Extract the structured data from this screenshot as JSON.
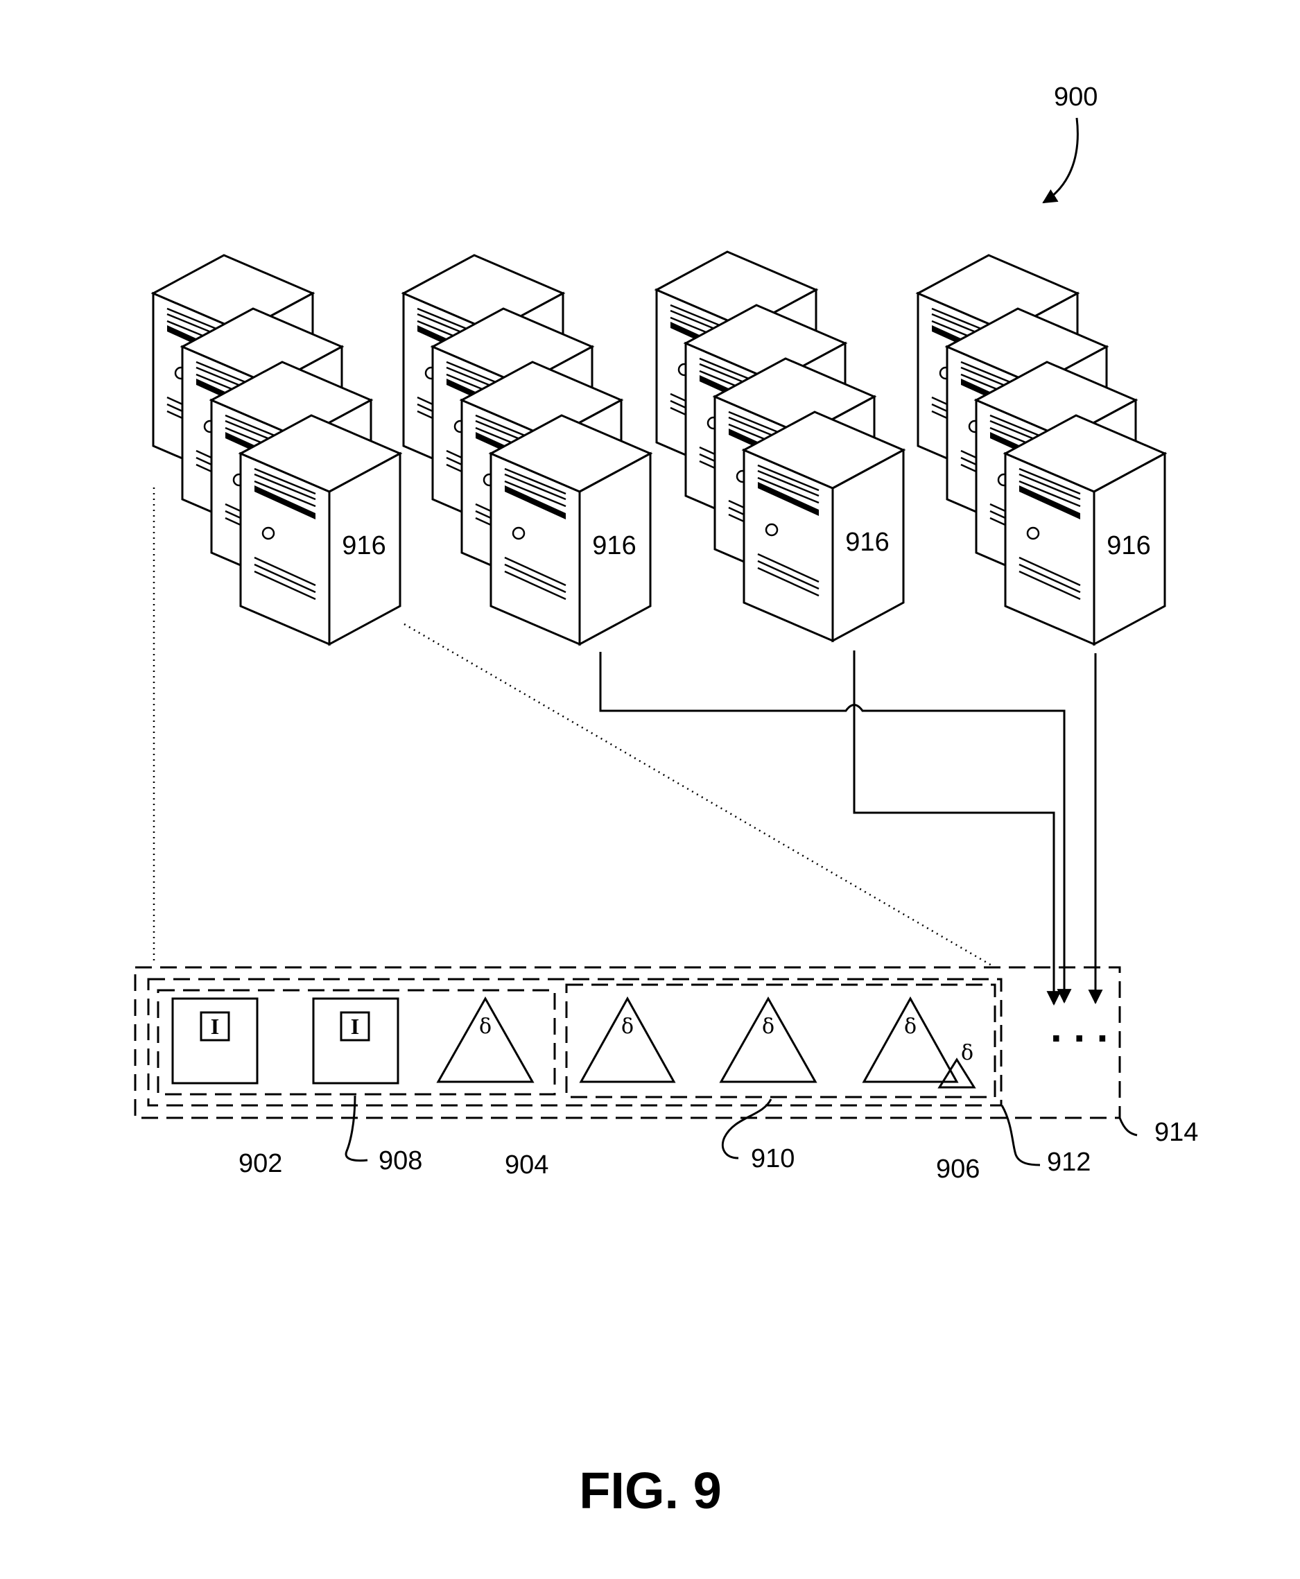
{
  "figure": {
    "title": "FIG. 9",
    "ref_overall": "900",
    "server_label": "916",
    "labels": {
      "r902": "902",
      "r904": "904",
      "r906": "906",
      "r908": "908",
      "r910": "910",
      "r912": "912",
      "r914": "914"
    },
    "glyphs": {
      "key_frame": "I",
      "delta": "δ"
    },
    "ellipsis": ". . ."
  }
}
